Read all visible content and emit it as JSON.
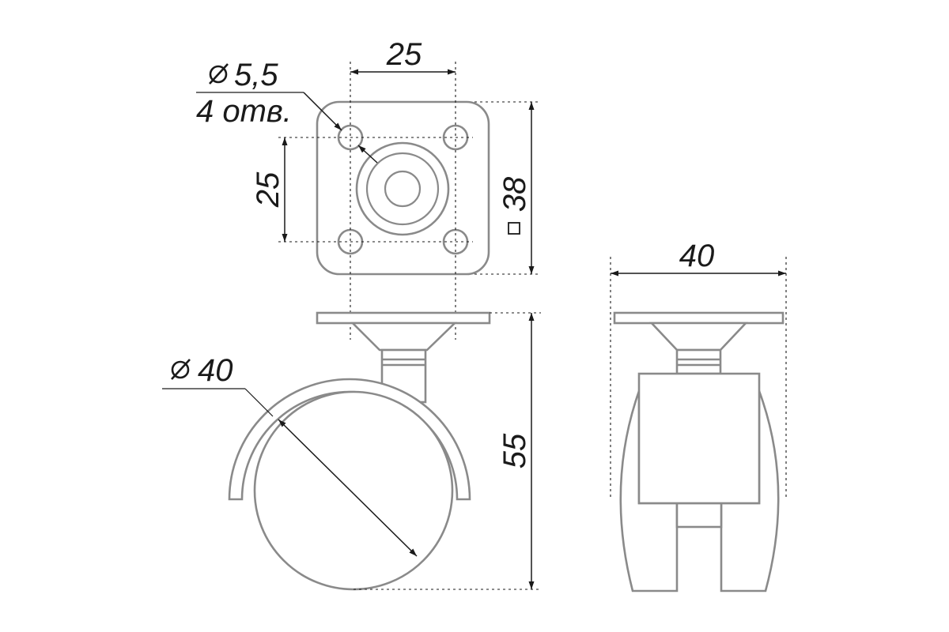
{
  "top_view": {
    "hole_spacing_horizontal": "25",
    "hole_spacing_vertical": "25",
    "plate_size": "38",
    "plate_size_symbol": "□",
    "hole_diameter_symbol": "⌀",
    "hole_diameter": "5,5",
    "hole_count": "4 отв."
  },
  "side_view": {
    "wheel_diameter_symbol": "⌀",
    "wheel_diameter": "40",
    "total_height": "55"
  },
  "front_view": {
    "width": "40"
  },
  "colors": {
    "part_outline": "#8a8a8a",
    "dimension_lines": "#1a1a1a"
  }
}
